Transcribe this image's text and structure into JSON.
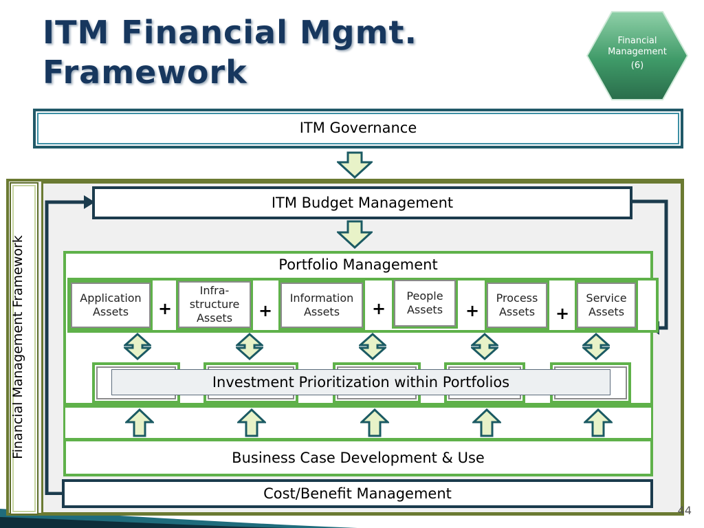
{
  "slide": {
    "title_line1": "ITM Financial Mgmt.",
    "title_line2": "Framework",
    "badge": {
      "line1": "Financial",
      "line2": "Management",
      "line3": "(6)"
    },
    "page_number": "44"
  },
  "diagram": {
    "governance": "ITM Governance",
    "budget": "ITM Budget Management",
    "side_label": "Financial Management Framework",
    "portfolio": "Portfolio Management",
    "assets": [
      {
        "line1": "Application",
        "line2": "Assets",
        "line3": ""
      },
      {
        "line1": "Infra-",
        "line2": "structure",
        "line3": "Assets"
      },
      {
        "line1": "Information",
        "line2": "Assets",
        "line3": ""
      },
      {
        "line1": "People",
        "line2": "Assets",
        "line3": ""
      },
      {
        "line1": "Process",
        "line2": "Assets",
        "line3": ""
      },
      {
        "line1": "Service",
        "line2": "Assets",
        "line3": ""
      }
    ],
    "plus": "+",
    "investment": "Investment Prioritization within Portfolios",
    "business_case": "Business Case Development & Use",
    "cost_benefit": "Cost/Benefit Management"
  },
  "colors": {
    "navy": "#1b3b4d",
    "green": "#5fb14a",
    "olive": "#6b7a32",
    "title": "#17375e",
    "arrow_fill": "#e8f2c8",
    "arrow_stroke": "#1b5a63"
  }
}
